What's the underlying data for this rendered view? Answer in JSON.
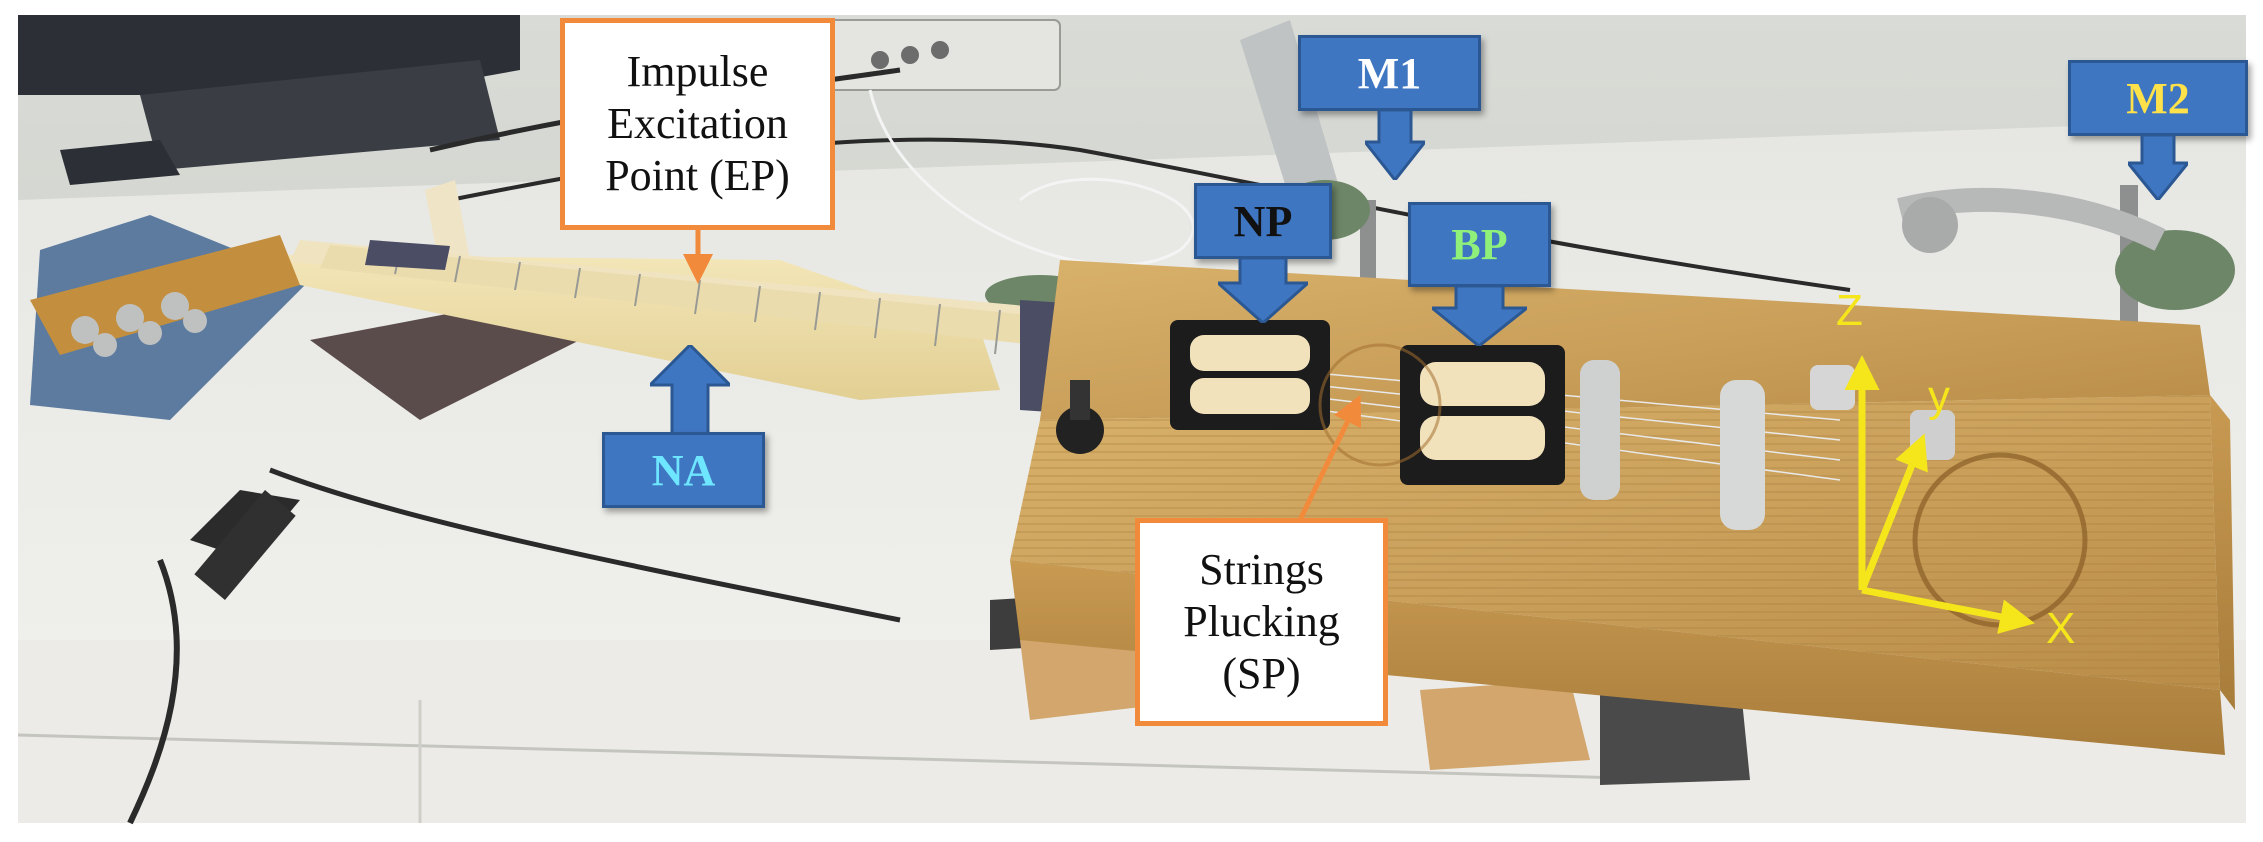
{
  "callouts": {
    "excitation_point": "Impulse\nExcitation\nPoint (EP)",
    "strings_plucking": "Strings\nPlucking\n(SP)"
  },
  "tags": {
    "m1": "M1",
    "m2": "M2",
    "np": "NP",
    "bp": "BP",
    "na": "NA"
  },
  "axes": {
    "x": "X",
    "y": "y",
    "z": "Z"
  },
  "colors": {
    "callout_border": "#f28a3c",
    "tag_fill": "#3f76c2",
    "tag_text_m1": "#ffffff",
    "tag_text_m2": "#ffe24a",
    "tag_text_np": "#111111",
    "tag_text_bp": "#8ff07a",
    "tag_text_na": "#6fe6ff",
    "axes": "#f5e61c"
  }
}
